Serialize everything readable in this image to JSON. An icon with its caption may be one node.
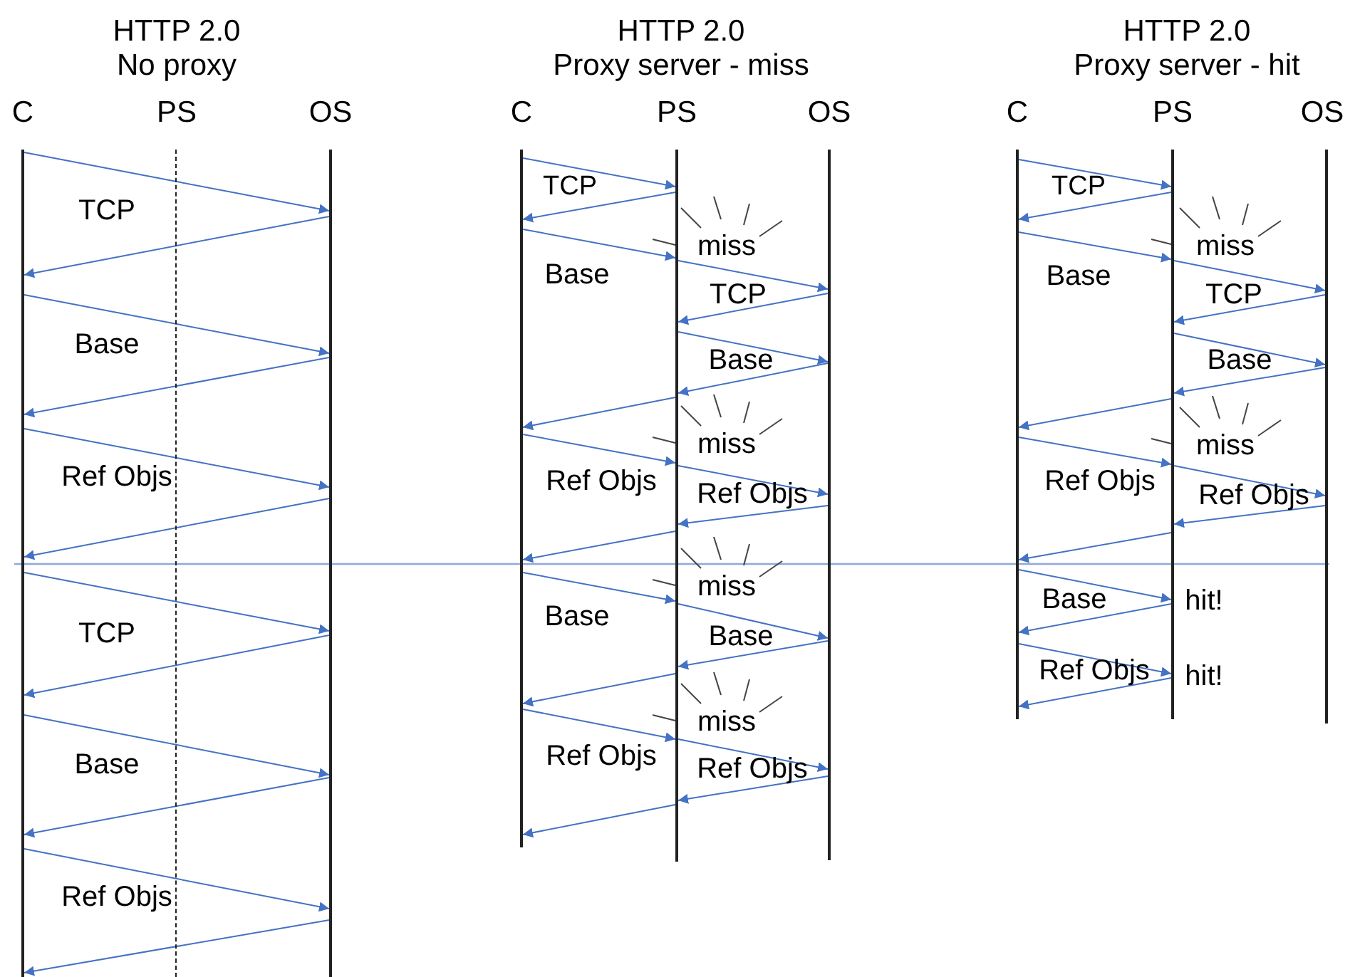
{
  "diagram": {
    "nodes": [
      {
        "text": [],
        "shape": "line",
        "beside": [
          "C"
        ]
      },
      {
        "text": [],
        "shape": "line",
        "beside": [
          "PS"
        ]
      },
      {
        "text": [],
        "shape": "line",
        "beside": [
          "OS"
        ]
      },
      {
        "text": [],
        "shape": "line",
        "beside": [
          "C"
        ]
      },
      {
        "text": [],
        "shape": "line",
        "beside": [
          "PS"
        ]
      },
      {
        "text": [],
        "shape": "line",
        "beside": [
          "OS"
        ]
      },
      {
        "text": [],
        "shape": "line",
        "beside": [
          "C"
        ]
      },
      {
        "text": [],
        "shape": "line",
        "beside": [
          "PS"
        ]
      },
      {
        "text": [],
        "shape": "line",
        "beside": [
          "OS"
        ]
      }
    ],
    "edges": [
      {
        "from": 0,
        "to": 2,
        "arrow": "to"
      },
      {
        "from": 2,
        "to": 0,
        "arrow": "to"
      },
      {
        "from": 0,
        "to": 2,
        "arrow": "to"
      },
      {
        "from": 2,
        "to": 0,
        "arrow": "to"
      },
      {
        "from": 0,
        "to": 2,
        "arrow": "to"
      },
      {
        "from": 2,
        "to": 0,
        "arrow": "to"
      },
      {
        "from": 0,
        "to": 2,
        "arrow": "to"
      },
      {
        "from": 2,
        "to": 0,
        "arrow": "to"
      },
      {
        "from": 0,
        "to": 2,
        "arrow": "to"
      },
      {
        "from": 2,
        "to": 0,
        "arrow": "to"
      },
      {
        "from": 0,
        "to": 2,
        "arrow": "to"
      },
      {
        "from": 2,
        "to": 0,
        "arrow": "to"
      },
      {
        "from": 3,
        "to": 4,
        "arrow": "to"
      },
      {
        "from": 4,
        "to": 3,
        "arrow": "to"
      },
      {
        "from": 3,
        "to": 4,
        "arrow": "to"
      },
      {
        "from": 4,
        "to": 5,
        "arrow": "to"
      },
      {
        "from": 5,
        "to": 4,
        "arrow": "to"
      },
      {
        "from": 4,
        "to": 5,
        "arrow": "to"
      },
      {
        "from": 5,
        "to": 4,
        "arrow": "to"
      },
      {
        "from": 4,
        "to": 3,
        "arrow": "to"
      },
      {
        "from": 3,
        "to": 4,
        "arrow": "to"
      },
      {
        "from": 4,
        "to": 5,
        "arrow": "to"
      },
      {
        "from": 5,
        "to": 4,
        "arrow": "to"
      },
      {
        "from": 4,
        "to": 3,
        "arrow": "to"
      },
      {
        "from": 3,
        "to": 4,
        "arrow": "to"
      },
      {
        "from": 4,
        "to": 5,
        "arrow": "to"
      },
      {
        "from": 5,
        "to": 4,
        "arrow": "to"
      },
      {
        "from": 4,
        "to": 3,
        "arrow": "to"
      },
      {
        "from": 3,
        "to": 4,
        "arrow": "to"
      },
      {
        "from": 4,
        "to": 5,
        "arrow": "to"
      },
      {
        "from": 5,
        "to": 4,
        "arrow": "to"
      },
      {
        "from": 4,
        "to": 3,
        "arrow": "to"
      },
      {
        "from": 6,
        "to": 7,
        "arrow": "to"
      },
      {
        "from": 7,
        "to": 6,
        "arrow": "to"
      },
      {
        "from": 6,
        "to": 7,
        "arrow": "to"
      },
      {
        "from": 7,
        "to": 8,
        "arrow": "to"
      },
      {
        "from": 8,
        "to": 7,
        "arrow": "to"
      },
      {
        "from": 7,
        "to": 8,
        "arrow": "to"
      },
      {
        "from": 8,
        "to": 7,
        "arrow": "to"
      },
      {
        "from": 7,
        "to": 6,
        "arrow": "to"
      },
      {
        "from": 6,
        "to": 7,
        "arrow": "to"
      },
      {
        "from": 7,
        "to": 8,
        "arrow": "to"
      },
      {
        "from": 8,
        "to": 7,
        "arrow": "to"
      },
      {
        "from": 7,
        "to": 6,
        "arrow": "to"
      },
      {
        "from": 6,
        "to": 7,
        "arrow": "to"
      },
      {
        "from": 7,
        "to": 6,
        "arrow": "to"
      },
      {
        "from": 6,
        "to": 7,
        "arrow": "to"
      },
      {
        "from": 7,
        "to": 6,
        "arrow": "to"
      }
    ],
    "labels": [
      "HTTP 2.0",
      "No proxy",
      "HTTP 2.0",
      "Proxy server - miss",
      "HTTP 2.0",
      "Proxy server - hit",
      "TCP",
      "Base",
      "Ref Objs",
      "TCP",
      "Base",
      "Ref Objs",
      "TCP",
      "miss",
      "Base",
      "TCP",
      "Base",
      "miss",
      "Ref Objs",
      "Ref Objs",
      "miss",
      "Base",
      "Base",
      "miss",
      "Ref Objs",
      "Ref Objs",
      "TCP",
      "miss",
      "Base",
      "TCP",
      "Base",
      "miss",
      "Ref Objs",
      "Ref Objs",
      "Base",
      "hit!",
      "Ref Objs",
      "hit!"
    ]
  }
}
